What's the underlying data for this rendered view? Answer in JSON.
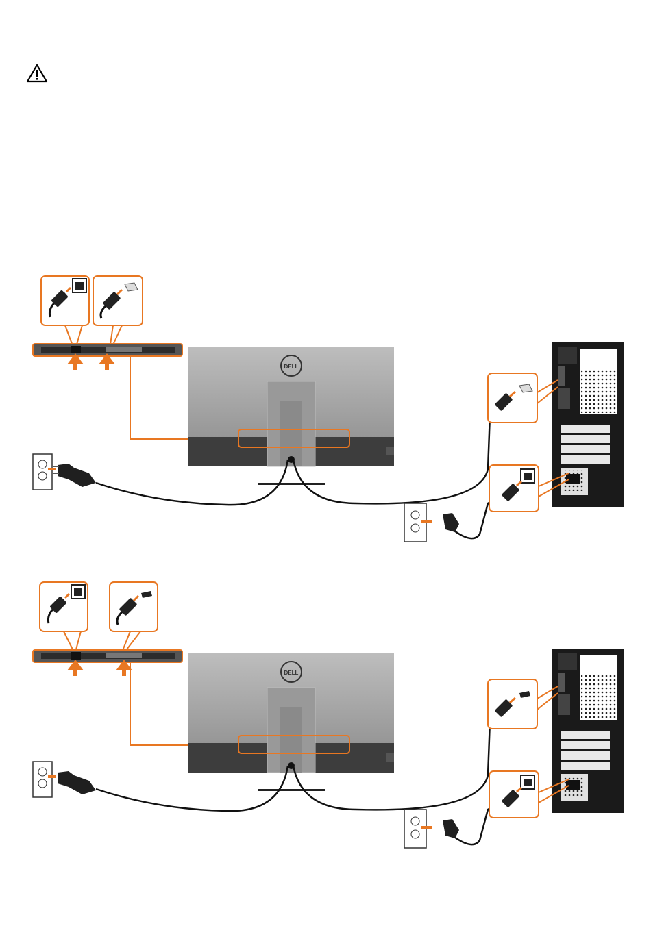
{
  "page": {
    "warning_icon": "warning-triangle-icon"
  },
  "diagrams": [
    {
      "id": "connect-dp",
      "monitor_logo": "DELL",
      "video_connector": "displayport",
      "accent_color": "#e87722"
    },
    {
      "id": "connect-hdmi",
      "monitor_logo": "DELL",
      "video_connector": "hdmi",
      "accent_color": "#e87722"
    }
  ],
  "colors": {
    "accent": "#e87722",
    "monitor_body": "#aaaaaa",
    "monitor_base": "#444444",
    "cable": "#111111",
    "pc_case": "#1a1a1a"
  }
}
